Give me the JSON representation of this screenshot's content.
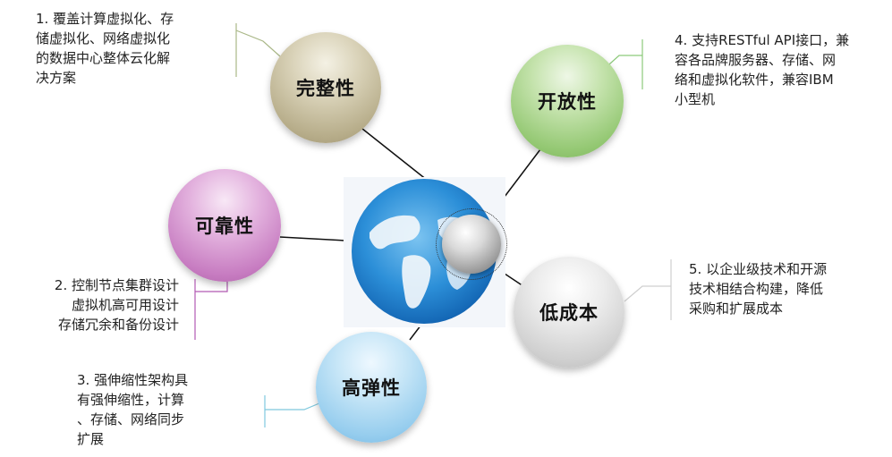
{
  "features": [
    {
      "id": "wanzheng",
      "label": "完整性",
      "description": [
        "1. 覆盖计算虚拟化、存",
        "储虚拟化、网络虚拟化",
        "的数据中心整体云化解",
        "决方案"
      ]
    },
    {
      "id": "kekao",
      "label": "可靠性",
      "description": [
        "2. 控制节点集群设计",
        "虚拟机高可用设计",
        "存储冗余和备份设计"
      ]
    },
    {
      "id": "gaotanxing",
      "label": "高弹性",
      "description": [
        "3. 强伸缩性架构具",
        "有强伸缩性，计算",
        "、存储、网络同步",
        "扩展"
      ]
    },
    {
      "id": "kaifang",
      "label": "开放性",
      "description": [
        "4. 支持RESTful API接口，兼",
        "容各品牌服务器、存储、网",
        "络和虚拟化软件，兼容IBM",
        "小型机"
      ]
    },
    {
      "id": "dichengben",
      "label": "低成本",
      "description": [
        "5. 以企业级技术和开源",
        "技术相结合构建，降低",
        "采购和扩展成本"
      ]
    }
  ],
  "colors": {
    "wanzheng": "#b7ad8a",
    "kaifang": "#94c873",
    "kekao": "#c77cc1",
    "dichengben": "#cfcfcf",
    "gaotanxing": "#96cdee"
  },
  "center": {
    "icon": "globe-icon"
  }
}
